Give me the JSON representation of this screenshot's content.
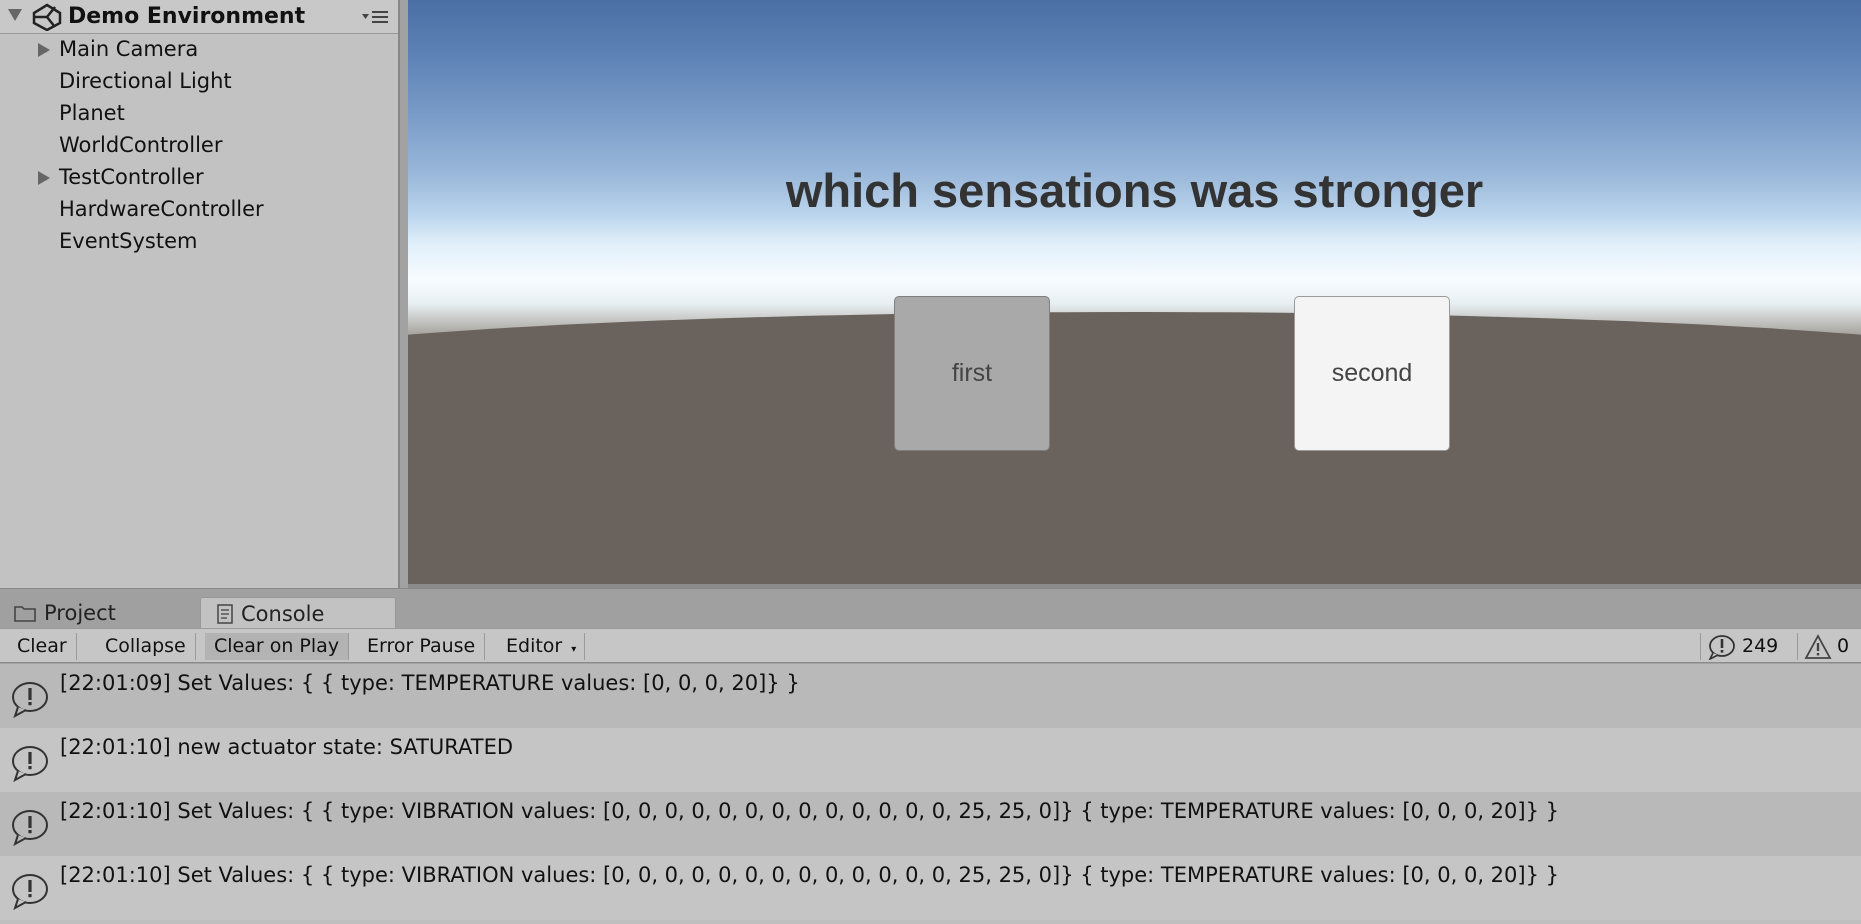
{
  "hierarchy": {
    "scene_name": "Demo Environment",
    "items": [
      {
        "label": "Main Camera",
        "has_children": true
      },
      {
        "label": "Directional Light",
        "has_children": false
      },
      {
        "label": "Planet",
        "has_children": false
      },
      {
        "label": "WorldController",
        "has_children": false
      },
      {
        "label": "TestController",
        "has_children": true
      },
      {
        "label": "HardwareController",
        "has_children": false
      },
      {
        "label": "EventSystem",
        "has_children": false
      }
    ]
  },
  "game_view": {
    "question": "which sensations was stronger",
    "button_first": "first",
    "button_second": "second"
  },
  "tabs": {
    "project": "Project",
    "console": "Console"
  },
  "console_toolbar": {
    "clear": "Clear",
    "collapse": "Collapse",
    "clear_on_play": "Clear on Play",
    "error_pause": "Error Pause",
    "editor": "Editor",
    "info_count": "249",
    "warning_count": "0"
  },
  "console_log": [
    "[22:01:09] Set Values: { { type: TEMPERATURE values: [0, 0, 0, 20]} }",
    "[22:01:10] new actuator state: SATURATED",
    "[22:01:10] Set Values: { { type: VIBRATION values: [0, 0, 0, 0, 0, 0, 0, 0, 0, 0, 0, 0, 0, 25, 25, 0]} { type: TEMPERATURE values: [0, 0, 0, 20]} }",
    "[22:01:10] Set Values: { { type: VIBRATION values: [0, 0, 0, 0, 0, 0, 0, 0, 0, 0, 0, 0, 0, 25, 25, 0]} { type: TEMPERATURE values: [0, 0, 0, 20]} }"
  ],
  "icons": {
    "scene": "unity-logo-icon",
    "hierarchy_menu": "menu-icon",
    "project_tab": "folder-icon",
    "console_tab": "console-icon",
    "log_entry": "info-icon",
    "warning": "warning-icon"
  }
}
